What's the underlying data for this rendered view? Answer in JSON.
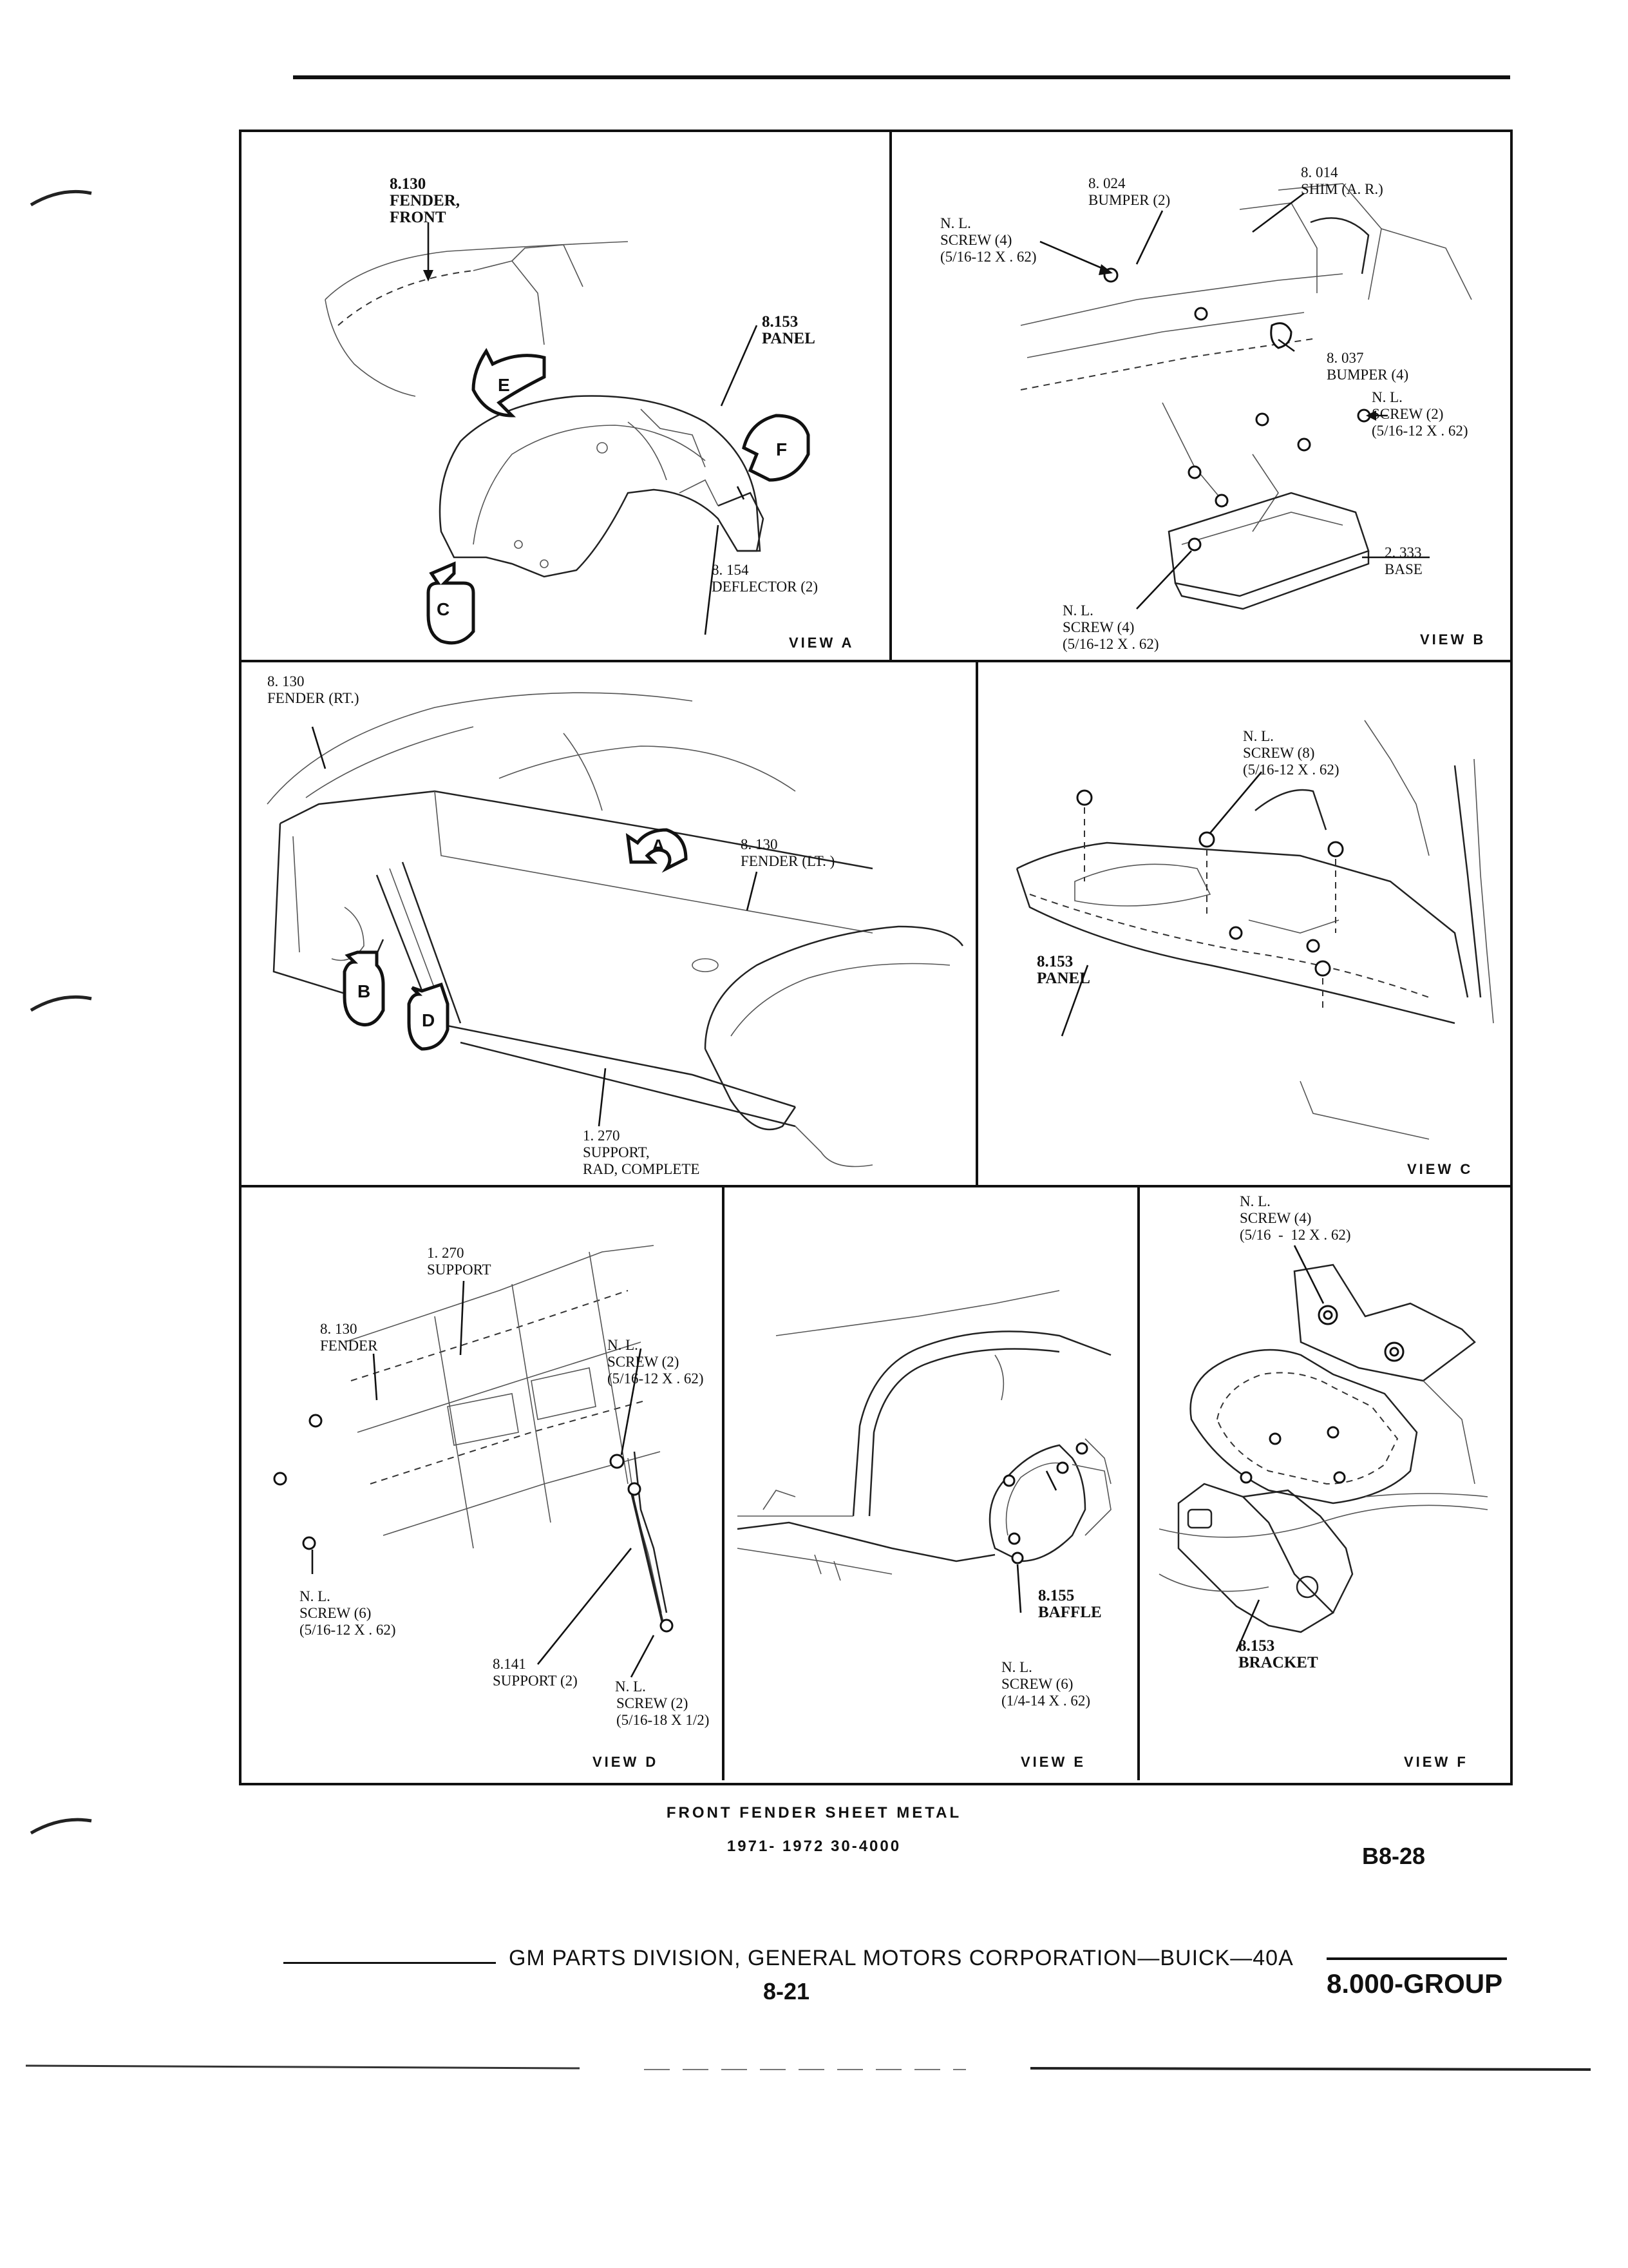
{
  "views": {
    "a": {
      "title": "VIEW A",
      "labels": {
        "fender_front": "8.130\nFENDER,\nFRONT",
        "panel": "8.153\nPANEL",
        "deflector": "8. 154\nDEFLECTOR (2)"
      },
      "callouts": {
        "e": "E",
        "f": "F",
        "c": "C"
      }
    },
    "b": {
      "title": "VIEW B",
      "labels": {
        "shim": "8. 014\nSHIM (A. R.)",
        "bumper2": "8. 024\nBUMPER (2)",
        "screw_top": "N. L.\nSCREW (4)\n(5/16-12 x . 62)",
        "bumper4": "8. 037\nBUMPER (4)",
        "screw_right": "N. L.\nSCREW (2)\n(5/16-12 x . 62)",
        "base": "2. 333\nBASE",
        "screw_bottom": "N. L.\nSCREW (4)\n(5/16-12 x . 62)"
      }
    },
    "main": {
      "labels": {
        "fender_rt": "8. 130\nFENDER (RT.)",
        "fender_lt": "8. 130\nFENDER (LT. )",
        "support": "1. 270\nSUPPORT,\nRAD, COMPLETE"
      },
      "callouts": {
        "a": "A",
        "b": "B",
        "d": "D"
      }
    },
    "c": {
      "title": "VIEW C",
      "labels": {
        "screw": "N. L.\nSCREW (8)\n(5/16-12 x . 62)",
        "panel": "8.153\nPANEL"
      }
    },
    "d": {
      "title": "VIEW D",
      "labels": {
        "support": "1. 270\nSUPPORT",
        "fender": "8. 130\nFENDER",
        "screw_top": "N. L.\nSCREW (2)\n(5/16-12 x . 62)",
        "screw_left": "N. L.\nSCREW (6)\n(5/16-12 x . 62)",
        "support2": "8.141\nSUPPORT (2)",
        "screw_bottom_nl": "N. L.",
        "screw_bottom": "SCREW (2)\n(5/16-18 x 1/2)"
      }
    },
    "e": {
      "title": "VIEW E",
      "labels": {
        "baffle": "8.155\nBAFFLE",
        "screw": "N. L.\nSCREW (6)\n(1/4-14 x . 62)"
      }
    },
    "f": {
      "title": "VIEW F",
      "labels": {
        "screw": "N. L.\nSCREW (4)\n(5/16  -  12 x . 62)",
        "bracket": "8.153\nBRACKET"
      }
    }
  },
  "caption": {
    "title": "FRONT FENDER SHEET METAL",
    "subtitle": "1971- 1972 30-4000",
    "page_code": "B8-28"
  },
  "footer": {
    "publisher": "GM PARTS DIVISION,  GENERAL MOTORS CORPORATION—BUICK—40A",
    "page_number": "8-21",
    "group": "8.000-GROUP"
  }
}
